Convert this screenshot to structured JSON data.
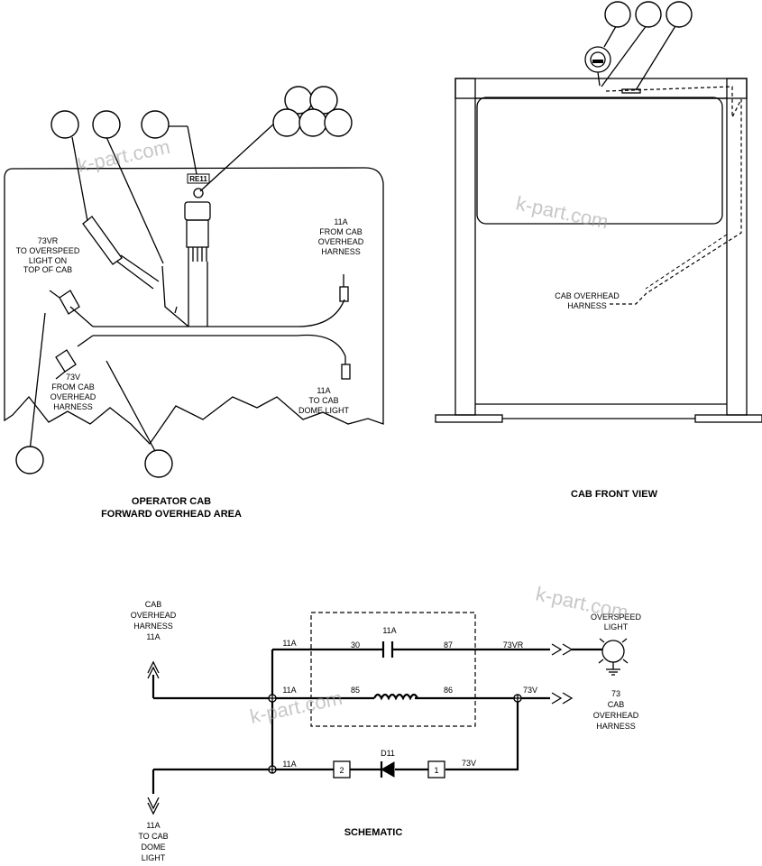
{
  "views": {
    "overhead_title_1": "OPERATOR CAB",
    "overhead_title_2": "FORWARD OVERHEAD AREA",
    "front_title": "CAB FRONT VIEW",
    "schematic_title": "SCHEMATIC"
  },
  "overhead_labels": {
    "relay_tag": "RE11",
    "overspeed_1": "73VR",
    "overspeed_2": "TO OVERSPEED",
    "overspeed_3": "LIGHT ON",
    "overspeed_4": "TOP OF CAB",
    "fromcab_1": "11A",
    "fromcab_2": "FROM CAB",
    "fromcab_3": "OVERHEAD",
    "fromcab_4": "HARNESS",
    "v73_1": "73V",
    "v73_2": "FROM CAB",
    "v73_3": "OVERHEAD",
    "v73_4": "HARNESS",
    "dome_1": "11A",
    "dome_2": "TO CAB",
    "dome_3": "DOME LIGHT"
  },
  "front_labels": {
    "harness_1": "CAB OVERHEAD",
    "harness_2": "HARNESS"
  },
  "schematic_labels": {
    "cab_1": "CAB",
    "cab_2": "OVERHEAD",
    "cab_3": "HARNESS",
    "cab_4": "11A",
    "wire_top": "11A",
    "wire_mid": "11A",
    "wire_bot": "11A",
    "contact_wire": "11A",
    "pin30": "30",
    "pin87": "87",
    "pin85": "85",
    "pin86": "86",
    "out_73vr": "73VR",
    "out_73v": "73V",
    "overspeed_1": "OVERSPEED",
    "overspeed_2": "LIGHT",
    "harness73_1": "73",
    "harness73_2": "CAB",
    "harness73_3": "OVERHEAD",
    "harness73_4": "HARNESS",
    "diode": "D11",
    "box2": "2",
    "box1": "1",
    "diode_wire": "73V",
    "dome_1": "11A",
    "dome_2": "TO CAB",
    "dome_3": "DOME",
    "dome_4": "LIGHT"
  },
  "watermark": "k-part.com"
}
